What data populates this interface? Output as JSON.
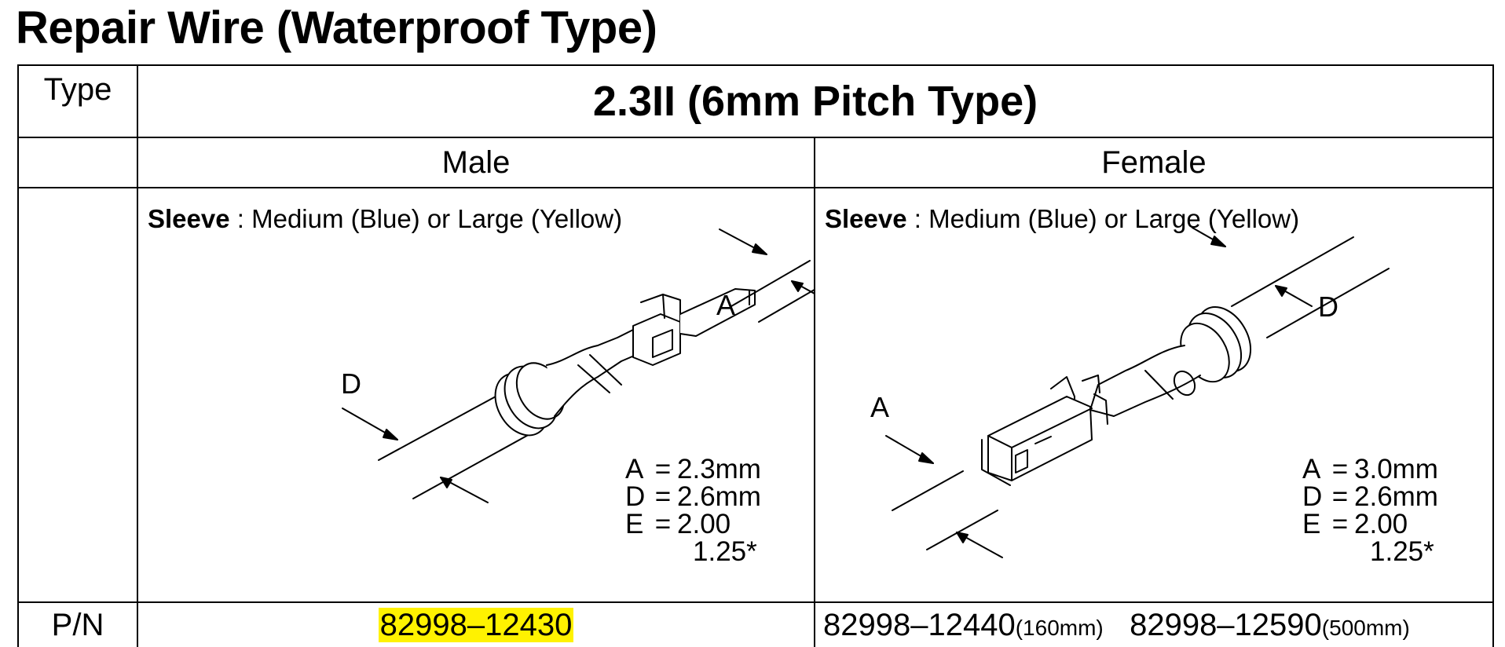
{
  "title": "Repair Wire (Waterproof Type)",
  "table": {
    "type_label": "Type",
    "type_value": "2.3II (6mm Pitch Type)",
    "male_heading": "Male",
    "female_heading": "Female",
    "pn_label": "P/N"
  },
  "male": {
    "sleeve_label": "Sleeve",
    "sleeve_text": " : Medium (Blue) or Large (Yellow)",
    "dim_a": "A",
    "dim_d": "D",
    "specs": [
      {
        "label": "A",
        "value": "2.3mm"
      },
      {
        "label": "D",
        "value": "2.6mm"
      },
      {
        "label": "E",
        "value": "2.00"
      }
    ],
    "specs_extra": "1.25*",
    "part_number": "82998–12430",
    "highlight_color": "#fff200"
  },
  "female": {
    "sleeve_label": "Sleeve",
    "sleeve_text": " : Medium (Blue) or Large (Yellow)",
    "dim_a": "A",
    "dim_d": "D",
    "specs": [
      {
        "label": "A",
        "value": "3.0mm"
      },
      {
        "label": "D",
        "value": "2.6mm"
      },
      {
        "label": "E",
        "value": "2.00"
      }
    ],
    "specs_extra": "1.25*",
    "part_numbers": [
      {
        "number": "82998–12440",
        "length": "(160mm)"
      },
      {
        "number": "82998–12590",
        "length": "(500mm)"
      }
    ]
  }
}
